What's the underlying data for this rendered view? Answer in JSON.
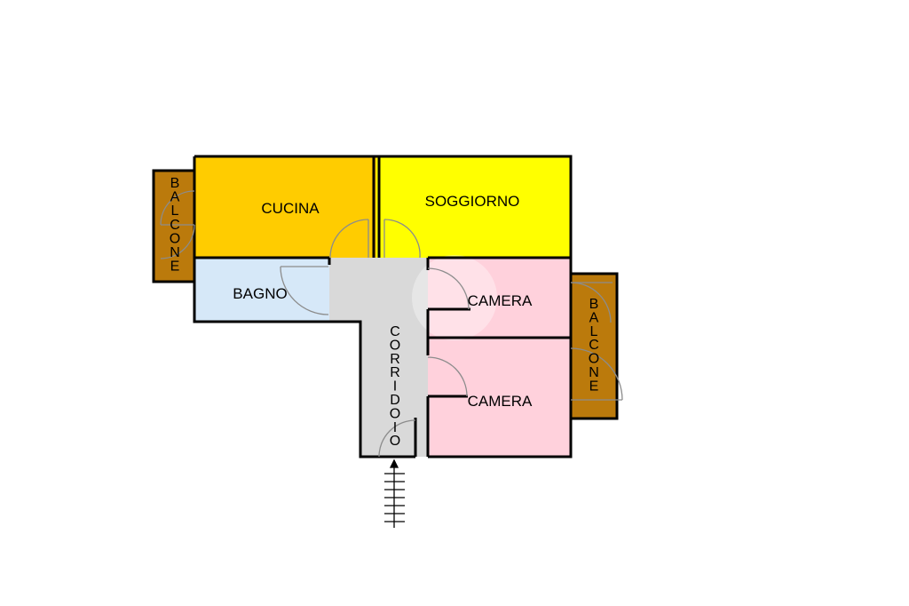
{
  "floor_plan": {
    "rooms": {
      "cucina": {
        "label": "CUCINA",
        "color": "#ffcc00"
      },
      "soggiorno": {
        "label": "SOGGIORNO",
        "color": "#ffff00"
      },
      "bagno": {
        "label": "BAGNO",
        "color": "#d6e8f8"
      },
      "camera_top": {
        "label": "CAMERA",
        "color": "#ffd1dc"
      },
      "camera_bottom": {
        "label": "CAMERA",
        "color": "#ffd1dc"
      },
      "corridoio": {
        "label": "CORRIDOIO",
        "color": "#d9d9d9"
      },
      "balcone_left": {
        "label": "BALCONE",
        "color": "#bb7a0c"
      },
      "balcone_right": {
        "label": "BALCONE",
        "color": "#bb7a0c"
      }
    },
    "wall_color": "#000000",
    "door_color": "#8c8c8c",
    "icons": [
      "entrance-arrow-icon",
      "door-swing-icon",
      "highlight-circle-icon"
    ]
  }
}
